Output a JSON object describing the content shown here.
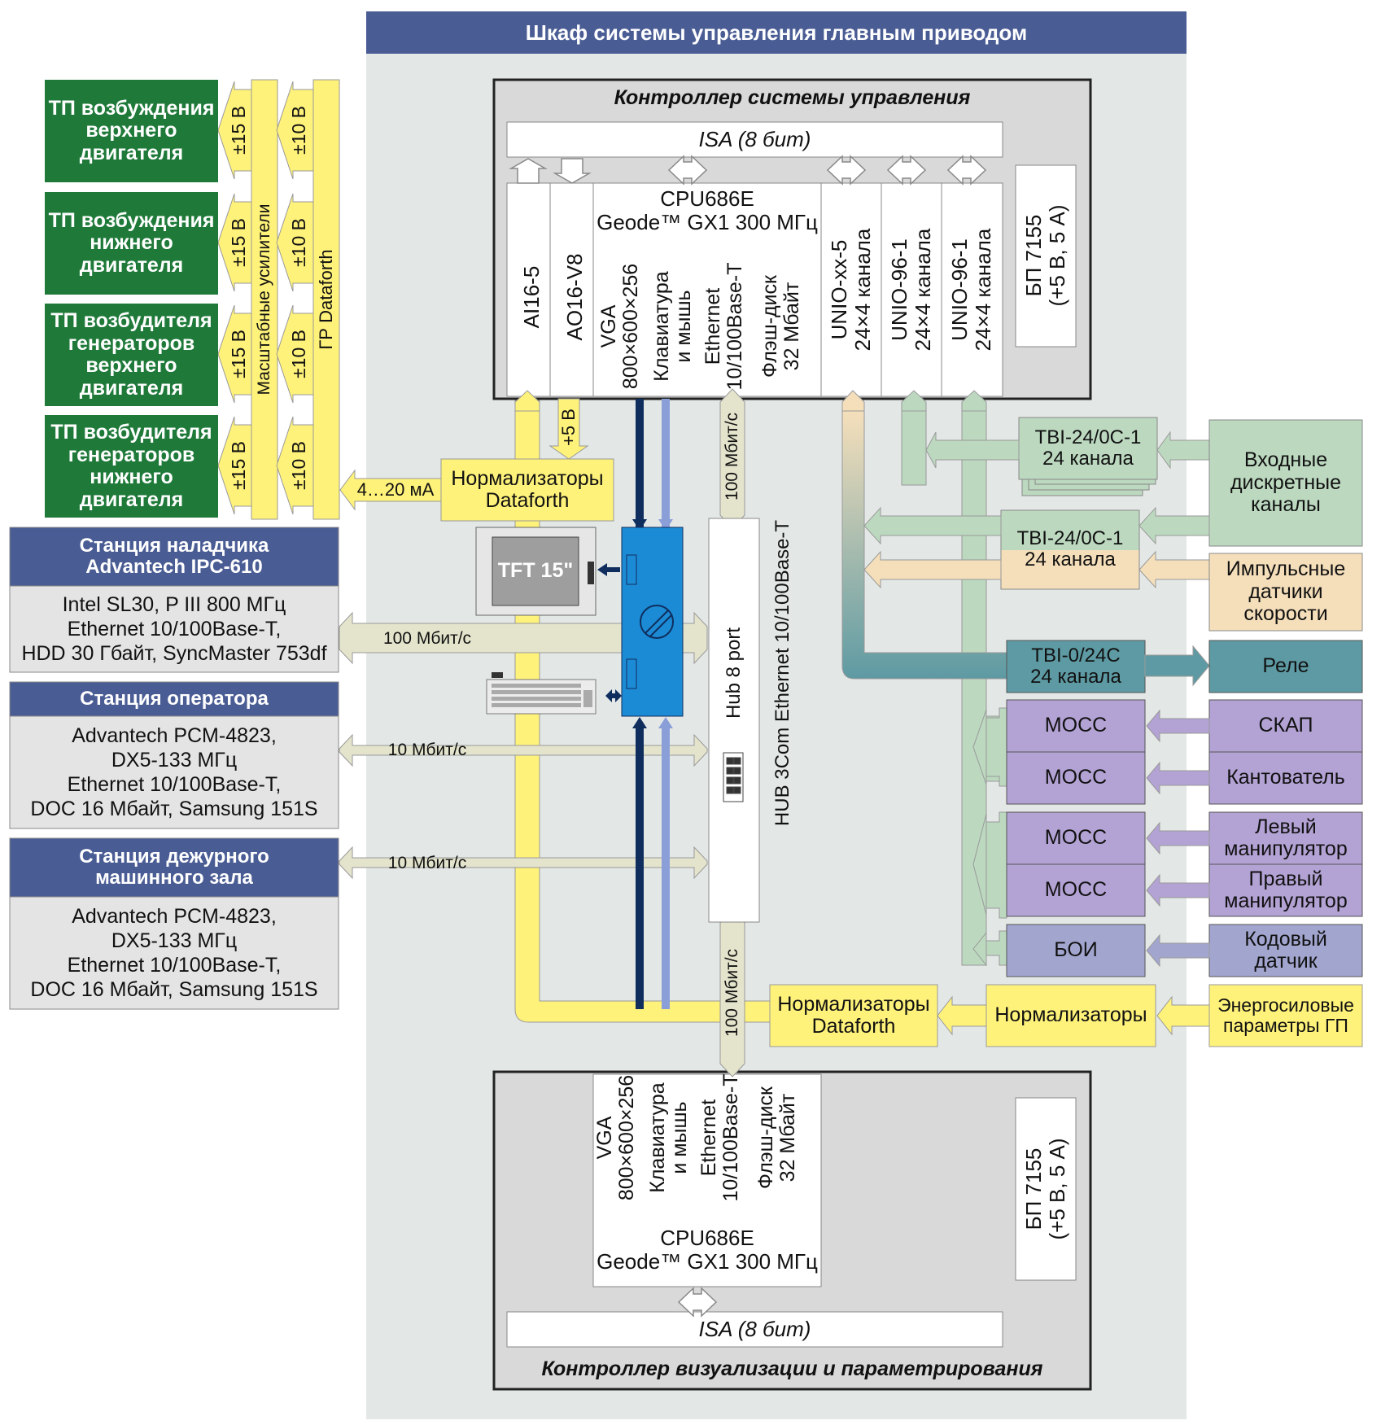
{
  "cabinet": {
    "title": "Шкаф системы управления главным приводом"
  },
  "controller_top": {
    "title": "Контроллер системы управления",
    "isa": "ISA (8 бит)",
    "boards": {
      "ai": "AI16-5",
      "ao": "AO16-V8",
      "cpu": "CPU686E\nGeode™ GX1 300 МГц",
      "vga": "VGA\n800×600×256",
      "kbd": "Клавиатура\nи мышь",
      "eth": "Ethernet\n10/100Base-T",
      "flash": "Флэш-диск\n32 Мбайт",
      "unio1": "UNIO-xx-5\n24×4 канала",
      "unio2": "UNIO-96-1\n24×4 канала",
      "unio3": "UNIO-96-1\n24×4 канала",
      "psu": "БП 7155\n(+5 В, 5 А)"
    }
  },
  "controller_bottom": {
    "title": "Контроллер визуализации и параметрирования",
    "isa": "ISA (8 бит)",
    "vga": "VGA\n800×600×256",
    "kbd": "Клавиатура\nи мышь",
    "eth": "Ethernet\n10/100Base-T",
    "flash": "Флэш-диск\n32 Мбайт",
    "cpu": "CPU686E\nGeode™ GX1 300 МГц",
    "psu": "БП 7155\n(+5 В, 5 А)"
  },
  "left_units": [
    "ТП возбуждения\nверхнего\nдвигателя",
    "ТП возбуждения\nнижнего\nдвигателя",
    "ТП возбудителя\nгенераторов\nверхнего\nдвигателя",
    "ТП возбудителя\nгенераторов\nнижнего\nдвигателя"
  ],
  "voltages": {
    "v15": "±15 В",
    "v10": "±10 В",
    "v5": "+5 В"
  },
  "amplifiers": "Масштабные усилители",
  "gr_dataforth": "ГР Dataforth",
  "current_loop": "4…20 мА",
  "normalizers_top": "Нормализаторы\nDataforth",
  "normalizers_bottom": "Нормализаторы\nDataforth",
  "normalizers_plain": "Нормализаторы",
  "energy_params": "Энергосиловые\nпараметры ГП",
  "stations": [
    {
      "title": "Станция наладчика\nAdvantech IPC-610",
      "body": "Intel SL30, P III 800 МГц\nEthernet 10/100Base-T,\nHDD 30 Гбайт, SyncMaster 753df",
      "link": "100 Мбит/с"
    },
    {
      "title": "Станция оператора",
      "body": "Advantech PCM-4823,\nDX5-133 МГц\nEthernet 10/100Base-T,\nDOC 16 Мбайт,  Samsung 151S",
      "link": "10 Мбит/с"
    },
    {
      "title": "Станция дежурного\nмашинного зала",
      "body": "Advantech PCM-4823,\nDX5-133 МГц\nEthernet 10/100Base-T,\nDOC 16 Мбайт,  Samsung 151S",
      "link": "10 Мбит/с"
    }
  ],
  "tft": "TFT 15\"",
  "hub_label": "Hub 8 port",
  "hub_name": "HUB 3Com Ethernet 10/100Base-T",
  "link_100_top": "100 Мбит/с",
  "link_100_bottom": "100 Мбит/с",
  "tbi": {
    "in1": "TBI-24/0C-1\n24 канала",
    "in2": "TBI-24/0C-1\n24 канала",
    "out": "TBI-0/24C\n24 канала"
  },
  "right_units": {
    "discrete": "Входные\nдискретные\nканалы",
    "pulse": "Импульсные\nдатчики\nскорости",
    "relay": "Реле",
    "skap": "СКАП",
    "kantovatel": "Кантователь",
    "left_manip": "Левый\nманипулятор",
    "right_manip": "Правый\nманипулятор",
    "code_sensor": "Кодовый\nдатчик"
  },
  "mocc": "МОСС",
  "boi": "БОИ",
  "colors": {
    "header": "#4a5c94",
    "cabinet_bg": "#e4e9e6",
    "controller_bg": "#d9d9d9",
    "green": "#1f7a3a",
    "yellow": "#fff27a",
    "pale_green": "#bcd9c0",
    "peach": "#f5dfbb",
    "teal": "#5e9aa3",
    "purple": "#b3a2d4",
    "blue": "#1c8bd5",
    "navy": "#0f2e5e",
    "lightblue": "#8a9fd8"
  }
}
